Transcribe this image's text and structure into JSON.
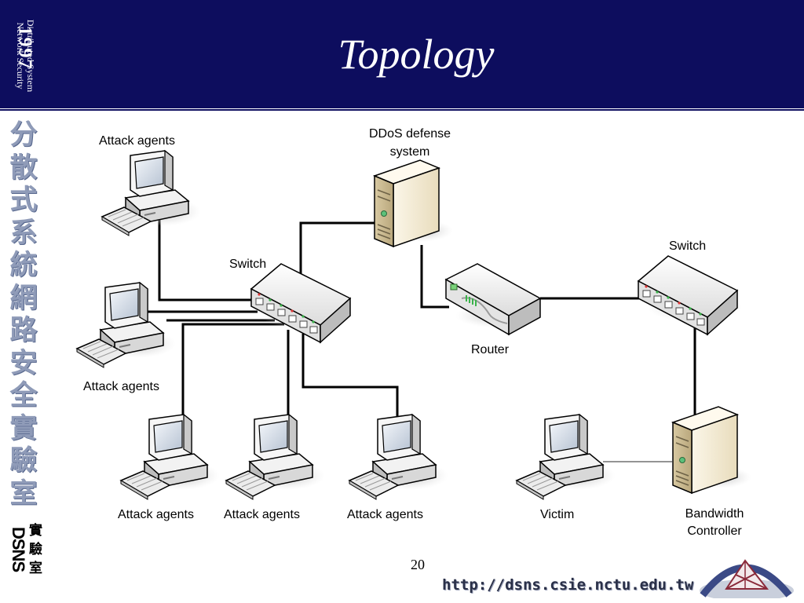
{
  "header": {
    "title": "Topology"
  },
  "sidebar": {
    "year": "1997",
    "org_line1": "Distributed System",
    "org_line2": "Network Security",
    "cjk_vertical": "分散式系統網路安全實驗室",
    "logo_text": "DSNS",
    "lab_chars": "實驗室"
  },
  "diagram": {
    "nodes": [
      {
        "id": "agent-top-left",
        "type": "computer",
        "label": "Attack agents"
      },
      {
        "id": "agent-mid-left",
        "type": "computer",
        "label": "Attack agents"
      },
      {
        "id": "agent-bottom-1",
        "type": "computer",
        "label": "Attack agents"
      },
      {
        "id": "agent-bottom-2",
        "type": "computer",
        "label": "Attack agents"
      },
      {
        "id": "agent-bottom-3",
        "type": "computer",
        "label": "Attack agents"
      },
      {
        "id": "switch-left",
        "type": "switch",
        "label": "Switch"
      },
      {
        "id": "ddos-defense",
        "type": "server",
        "label_line1": "DDoS defense",
        "label_line2": "system"
      },
      {
        "id": "router",
        "type": "router",
        "label": "Router"
      },
      {
        "id": "switch-right",
        "type": "switch",
        "label": "Switch"
      },
      {
        "id": "bandwidth-controller",
        "type": "server",
        "label_line1": "Bandwidth",
        "label_line2": "Controller"
      },
      {
        "id": "victim",
        "type": "computer",
        "label": "Victim"
      }
    ],
    "edges": [
      [
        "agent-top-left",
        "switch-left"
      ],
      [
        "agent-mid-left",
        "switch-left"
      ],
      [
        "agent-bottom-1",
        "switch-left"
      ],
      [
        "agent-bottom-2",
        "switch-left"
      ],
      [
        "agent-bottom-3",
        "switch-left"
      ],
      [
        "switch-left",
        "ddos-defense"
      ],
      [
        "ddos-defense",
        "router"
      ],
      [
        "router",
        "switch-right"
      ],
      [
        "switch-right",
        "bandwidth-controller"
      ],
      [
        "bandwidth-controller",
        "victim"
      ]
    ]
  },
  "footer": {
    "page_number": "20",
    "url": "http://dsns.csie.nctu.edu.tw"
  },
  "colors": {
    "header_bg": "#0d0d5e",
    "line": "#000000",
    "server_body": "#efe6cc",
    "device_body": "#e8e8e8"
  }
}
